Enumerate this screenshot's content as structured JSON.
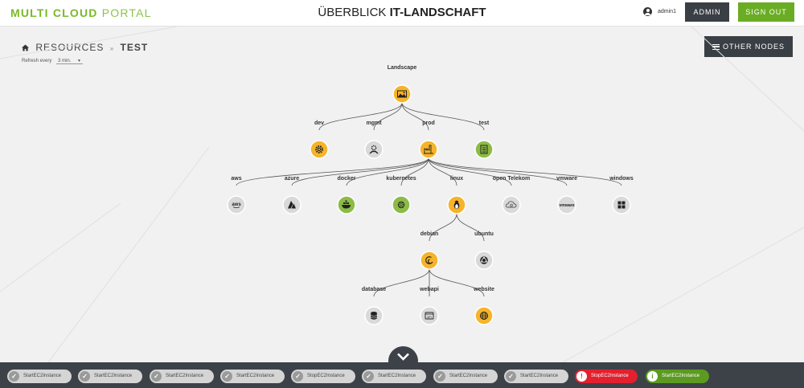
{
  "header": {
    "brand_bold": "MULTI CLOUD",
    "brand_light": "PORTAL",
    "title_prefix": "ÜBERBLICK",
    "title_bold": "IT-LANDSCHAFT",
    "username": "admin1",
    "admin_label": "ADMIN",
    "signout_label": "SIGN OUT"
  },
  "breadcrumb": {
    "root": "RESOURCES",
    "separator": "»",
    "current": "TEST"
  },
  "refresh": {
    "label": "Refresh every",
    "value": "3 min."
  },
  "other_nodes_label": "OTHER NODES",
  "colors": {
    "orange": "#f6b42b",
    "green": "#8dbb47",
    "gray": "#d9d9d9",
    "accent": "#6aad24",
    "dark": "#3d4248",
    "error": "#e3202f"
  },
  "tree": {
    "nodes": [
      {
        "id": "landscape",
        "label": "Landscape",
        "color": "orange",
        "icon": "image-icon"
      },
      {
        "id": "dev",
        "label": "dev",
        "color": "orange",
        "icon": "gear-icon"
      },
      {
        "id": "mgmt",
        "label": "mgmt",
        "color": "gray",
        "icon": "hand-gear-icon"
      },
      {
        "id": "prod",
        "label": "prod",
        "color": "orange",
        "icon": "factory-icon"
      },
      {
        "id": "test",
        "label": "test",
        "color": "green",
        "icon": "checklist-icon"
      },
      {
        "id": "aws",
        "label": "aws",
        "color": "gray",
        "icon": "aws-logo-icon"
      },
      {
        "id": "azure",
        "label": "azure",
        "color": "gray",
        "icon": "azure-logo-icon"
      },
      {
        "id": "docker",
        "label": "docker",
        "color": "green",
        "icon": "docker-whale-icon"
      },
      {
        "id": "kubernetes",
        "label": "kubernetes",
        "color": "green",
        "icon": "kubernetes-wheel-icon"
      },
      {
        "id": "linux",
        "label": "linux",
        "color": "orange",
        "icon": "tux-penguin-icon"
      },
      {
        "id": "opentelekom",
        "label": "open Telekom",
        "color": "gray",
        "icon": "cloud-icon"
      },
      {
        "id": "vmware",
        "label": "vmware",
        "color": "gray",
        "icon": "vmware-logo-icon"
      },
      {
        "id": "windows",
        "label": "windows",
        "color": "gray",
        "icon": "windows-logo-icon"
      },
      {
        "id": "debian",
        "label": "debian",
        "color": "orange",
        "icon": "debian-swirl-icon"
      },
      {
        "id": "ubuntu",
        "label": "ubuntu",
        "color": "gray",
        "icon": "ubuntu-logo-icon"
      },
      {
        "id": "database",
        "label": "database",
        "color": "gray",
        "icon": "database-icon"
      },
      {
        "id": "webapi",
        "label": "webapi",
        "color": "gray",
        "icon": "api-icon"
      },
      {
        "id": "website",
        "label": "website",
        "color": "orange",
        "icon": "globe-icon"
      }
    ],
    "edges": [
      [
        "landscape",
        "dev"
      ],
      [
        "landscape",
        "mgmt"
      ],
      [
        "landscape",
        "prod"
      ],
      [
        "landscape",
        "test"
      ],
      [
        "prod",
        "aws"
      ],
      [
        "prod",
        "azure"
      ],
      [
        "prod",
        "docker"
      ],
      [
        "prod",
        "kubernetes"
      ],
      [
        "prod",
        "linux"
      ],
      [
        "prod",
        "opentelekom"
      ],
      [
        "prod",
        "vmware"
      ],
      [
        "prod",
        "windows"
      ],
      [
        "linux",
        "debian"
      ],
      [
        "linux",
        "ubuntu"
      ],
      [
        "debian",
        "database"
      ],
      [
        "debian",
        "webapi"
      ],
      [
        "debian",
        "website"
      ]
    ]
  },
  "notifications": [
    {
      "label": "StartEC2Instance",
      "status": "done",
      "icon": "check-icon",
      "symbol": "✓"
    },
    {
      "label": "StartEC2Instance",
      "status": "done",
      "icon": "check-icon",
      "symbol": "✓"
    },
    {
      "label": "StartEC2Instance",
      "status": "done",
      "icon": "check-icon",
      "symbol": "✓"
    },
    {
      "label": "StartEC2Instance",
      "status": "done",
      "icon": "check-icon",
      "symbol": "✓"
    },
    {
      "label": "StopEC2Instance",
      "status": "done",
      "icon": "check-icon",
      "symbol": "✓"
    },
    {
      "label": "StartEC2Instance",
      "status": "done",
      "icon": "check-icon",
      "symbol": "✓"
    },
    {
      "label": "StartEC2Instance",
      "status": "done",
      "icon": "check-icon",
      "symbol": "✓"
    },
    {
      "label": "StartEC2Instance",
      "status": "done",
      "icon": "check-icon",
      "symbol": "✓"
    },
    {
      "label": "StopEC2Instance",
      "status": "error",
      "icon": "alert-icon",
      "symbol": "!"
    },
    {
      "label": "StartEC2Instance",
      "status": "success",
      "icon": "info-icon",
      "symbol": "i"
    }
  ]
}
